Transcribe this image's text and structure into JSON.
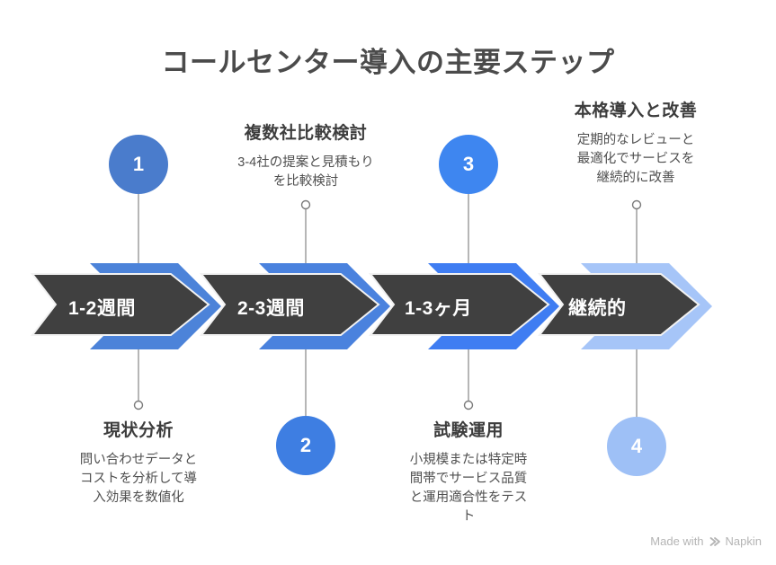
{
  "title": "コールセンター導入の主要ステップ",
  "colors": {
    "arrow_dark": "#404040",
    "connector": "#8f8f8f",
    "title_text": "#4b4b4b",
    "heading_text": "#3d3d3d",
    "body_text": "#4f4f4f",
    "watermark_text": "#b4b4b4"
  },
  "steps": [
    {
      "number": "1",
      "duration": "1-2週間",
      "heading": "現状分析",
      "description": "問い合わせデータとコストを分析して導入効果を数値化",
      "label_position": "bottom",
      "circle_color": "#4a7ccc",
      "band_color": "#4c83d9"
    },
    {
      "number": "2",
      "duration": "2-3週間",
      "heading": "複数社比較検討",
      "description": "3-4社の提案と見積もりを比較検討",
      "label_position": "top",
      "circle_color": "#3e7ee2",
      "band_color": "#4a82de"
    },
    {
      "number": "3",
      "duration": "1-3ヶ月",
      "heading": "試験運用",
      "description": "小規模または特定時間帯でサービス品質と運用適合性をテスト",
      "label_position": "bottom",
      "circle_color": "#3e86f0",
      "band_color": "#3f7df2"
    },
    {
      "number": "4",
      "duration": "継続的",
      "heading": "本格導入と改善",
      "description": "定期的なレビューと最適化でサービスを継続的に改善",
      "label_position": "top",
      "circle_color": "#9ec0f6",
      "band_color": "#a6c5f8"
    }
  ],
  "watermark": {
    "prefix": "Made with",
    "brand": "Napkin"
  }
}
